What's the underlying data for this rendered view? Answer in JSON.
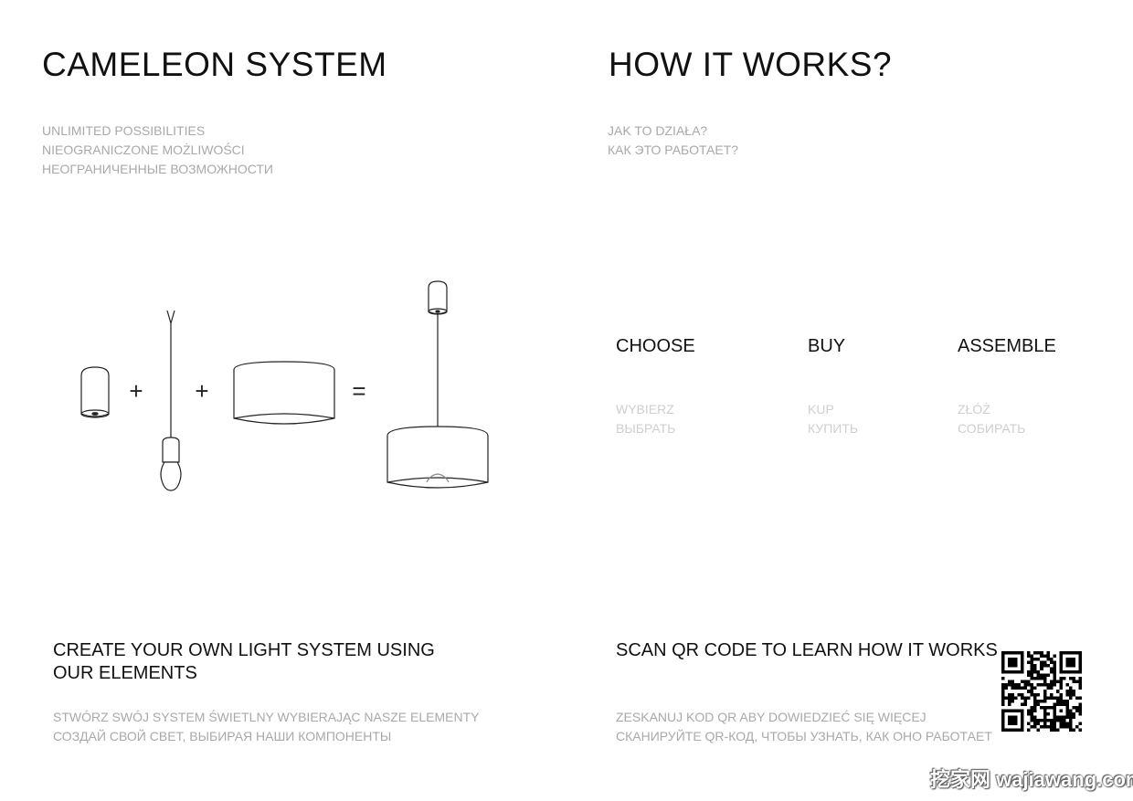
{
  "left": {
    "title": "CAMELEON SYSTEM",
    "subtitle_lines": [
      "UNLIMITED POSSIBILITIES",
      "NIEOGRANICZONE MOŻLIWOŚCI",
      "НЕОГРАНИЧЕННЫЕ ВОЗМОЖНОСТИ"
    ],
    "equation": {
      "plus": "+",
      "equals": "="
    },
    "bottom_heading_lines": [
      "CREATE YOUR OWN LIGHT SYSTEM USING",
      "OUR ELEMENTS"
    ],
    "bottom_sub_lines": [
      "STWÓRZ SWÓJ SYSTEM ŚWIETLNY WYBIERAJĄC NASZE ELEMENTY",
      "СОЗДАЙ СВОЙ СВЕТ, ВЫБИРАЯ НАШИ КОМПОНЕНТЫ"
    ]
  },
  "right": {
    "title": "HOW IT WORKS?",
    "subtitle_lines": [
      "JAK TO DZIAŁA?",
      "КАК ЭТО РАБОТАЕТ?"
    ],
    "steps": [
      {
        "label": "CHOOSE",
        "pl": "WYBIERZ",
        "ru": "ВЫБРАТЬ"
      },
      {
        "label": "BUY",
        "pl": "KUP",
        "ru": "КУПИТЬ"
      },
      {
        "label": "ASSEMBLE",
        "pl": "ZŁÓŻ",
        "ru": "СОБИРАТЬ"
      }
    ],
    "qr_heading": "SCAN QR CODE TO LEARN HOW IT WORKS",
    "qr_sub_lines": [
      "ZESKANUJ KOD QR ABY DOWIEDZIEĆ SIĘ WIĘCEJ",
      "СКАНИРУЙТЕ QR-КОД, ЧТОБЫ УЗНАТЬ, КАК ОНО РАБОТАЕТ"
    ]
  },
  "watermark": "挖家网 wajiawang.com"
}
